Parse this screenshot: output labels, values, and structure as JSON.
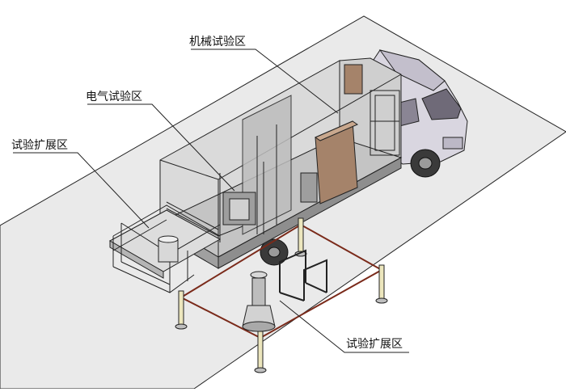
{
  "labels": {
    "mechanical_test_area": "机械试验区",
    "electrical_test_area": "电气试验区",
    "extension_area_left": "试验扩展区",
    "extension_area_bottom": "试验扩展区"
  },
  "colors": {
    "line": "#222222",
    "ground": "#eaeaea",
    "truck_body": "#d9d6e0",
    "truck_dark": "#6f6a78",
    "box_wall": "#d2d2d2",
    "box_floor": "#c4c4c4",
    "cabinet": "#a5836a",
    "rope": "#7a2a1a",
    "post": "#ece6bd"
  }
}
